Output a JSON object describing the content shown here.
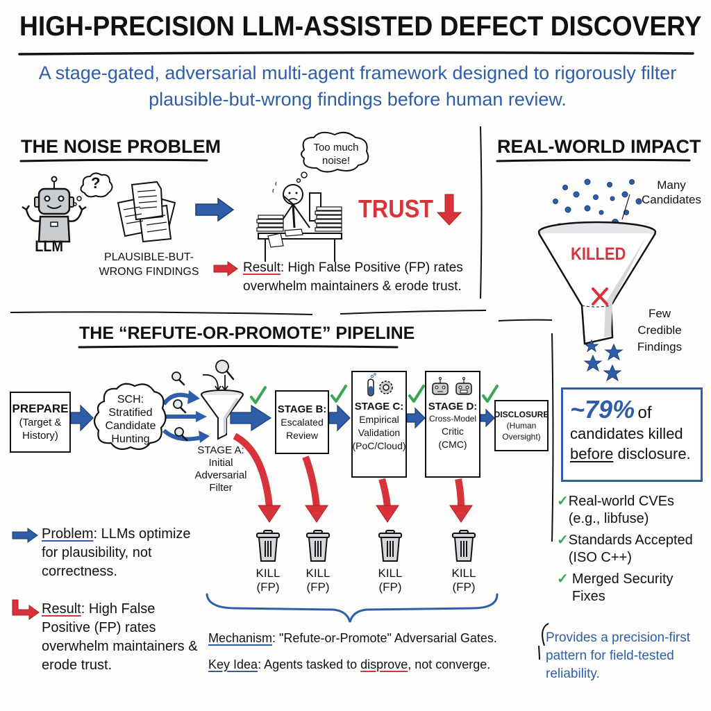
{
  "header": {
    "title": "HIGH-PRECISION LLM-ASSISTED DEFECT DISCOVERY",
    "subtitle": "A stage-gated, adversarial multi-agent framework designed to rigorously filter plausible-but-wrong findings before human review."
  },
  "noise_problem": {
    "title": "THE NOISE PROBLEM",
    "llm_label": "LLM",
    "llm_thought": "?",
    "findings_label": "PLAUSIBLE-BUT-WRONG FINDINGS",
    "maintainer_thought": "Too much noise!",
    "trust_label": "TRUST",
    "result_keyword": "Result",
    "result_text": ": High False Positive (FP) rates overwhelm maintainers & erode trust."
  },
  "impact": {
    "title": "REAL-WORLD IMPACT",
    "many_label": "Many Candidates",
    "killed_label": "KILLED",
    "few_label": "Few Credible Findings",
    "stat_value": "~79%",
    "stat_of": "of",
    "stat_line2": "candidates killed",
    "stat_before": "before",
    "stat_rest": "disclosure.",
    "achievements": [
      {
        "text": "Real-world CVEs (e.g., libfuse)"
      },
      {
        "text": "Standards Accepted (ISO C++)"
      },
      {
        "text": "Merged Security Fixes"
      }
    ],
    "closing": "Provides a precision-first pattern for field-tested reliability."
  },
  "pipeline": {
    "title": "THE “REFUTE-OR-PROMOTE” PIPELINE",
    "prepare": {
      "title": "PREPARE",
      "sub": "(Target & History)"
    },
    "sch": {
      "title": "SCH:",
      "sub": "Stratified Candidate Hunting"
    },
    "stage_a": {
      "title": "STAGE A:",
      "sub": "Initial Adversarial Filter"
    },
    "stage_b": {
      "title": "STAGE B:",
      "sub": "Escalated Review"
    },
    "stage_c": {
      "title": "STAGE C:",
      "sub": "Empirical Validation (PoC/Cloud)"
    },
    "stage_d": {
      "title": "STAGE D:",
      "sub1": "Cross-Model",
      "sub2": "Critic (CMC)"
    },
    "disclosure": {
      "title": "DISCLOSURE",
      "sub": "(Human Oversight)"
    },
    "kills": [
      "KILL (FP)",
      "KILL (FP)",
      "KILL (FP)",
      "KILL (FP)"
    ],
    "problem_keyword": "Problem",
    "problem_text": ": LLMs optimize for plausibility, not correctness.",
    "result_keyword": "Result",
    "result_text": ": High False Positive (FP) rates overwhelm maintainers & erode trust.",
    "mechanism_keyword": "Mechanism",
    "mechanism_text": ": \"Refute-or-Promote\" Adversarial Gates.",
    "keyidea_keyword": "Key Idea",
    "keyidea_pre": ": Agents tasked to ",
    "keyidea_emph": "disprove",
    "keyidea_post": ", not converge."
  },
  "colors": {
    "accent_blue": "#2f5ea8",
    "alert_red": "#d8323a",
    "check_green": "#3aa655",
    "ink": "#111111"
  }
}
